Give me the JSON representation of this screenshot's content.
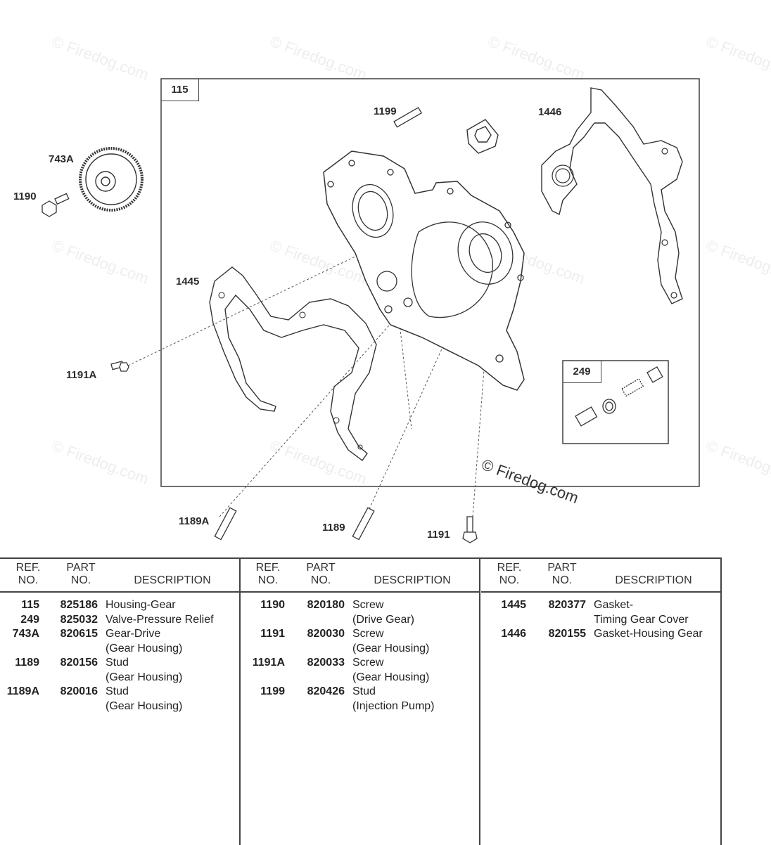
{
  "diagram": {
    "main_box_label": "115",
    "inset_box_label": "249",
    "callouts": {
      "c1199": "1199",
      "c1446": "1446",
      "c743A": "743A",
      "c1190": "1190",
      "c1445": "1445",
      "c1191A": "1191A",
      "c1189A": "1189A",
      "c1189": "1189",
      "c1191": "1191"
    },
    "copyright": "© Firedog.com",
    "watermark": "© Firedog.com"
  },
  "table": {
    "headers": {
      "ref": "REF.\nNO.",
      "part": "PART\nNO.",
      "desc": "DESCRIPTION"
    },
    "columns": [
      {
        "rows": [
          {
            "ref": "115",
            "part": "825186",
            "desc": [
              "Housing-Gear"
            ]
          },
          {
            "ref": "249",
            "part": "825032",
            "desc": [
              "Valve-Pressure Relief"
            ]
          },
          {
            "ref": "743A",
            "part": "820615",
            "desc": [
              "Gear-Drive",
              "(Gear Housing)"
            ]
          },
          {
            "ref": "1189",
            "part": "820156",
            "desc": [
              "Stud",
              "(Gear Housing)"
            ]
          },
          {
            "ref": "1189A",
            "part": "820016",
            "desc": [
              "Stud",
              "(Gear Housing)"
            ]
          }
        ]
      },
      {
        "rows": [
          {
            "ref": "1190",
            "part": "820180",
            "desc": [
              "Screw",
              "(Drive Gear)"
            ]
          },
          {
            "ref": "1191",
            "part": "820030",
            "desc": [
              "Screw",
              "(Gear Housing)"
            ]
          },
          {
            "ref": "1191A",
            "part": "820033",
            "desc": [
              "Screw",
              "(Gear Housing)"
            ]
          },
          {
            "ref": "1199",
            "part": "820426",
            "desc": [
              "Stud",
              "(Injection Pump)"
            ]
          }
        ]
      },
      {
        "rows": [
          {
            "ref": "1445",
            "part": "820377",
            "desc": [
              "Gasket-",
              "Timing Gear Cover"
            ]
          },
          {
            "ref": "1446",
            "part": "820155",
            "desc": [
              "Gasket-Housing Gear"
            ]
          }
        ]
      }
    ]
  }
}
